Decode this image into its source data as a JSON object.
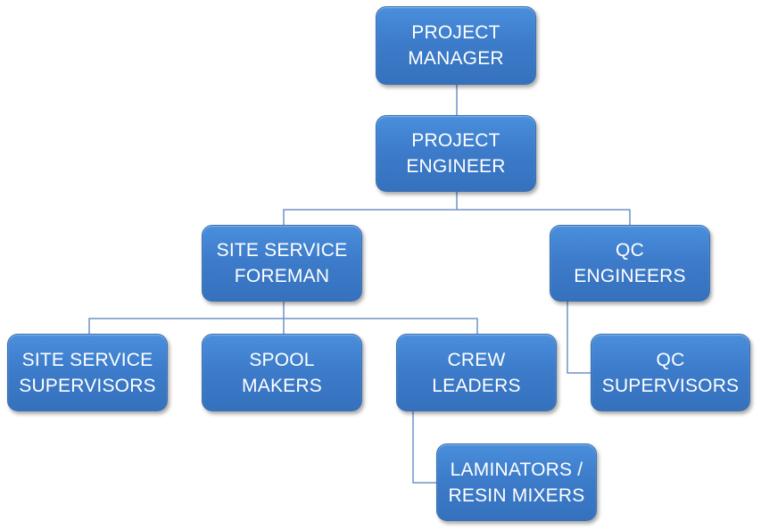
{
  "diagram": {
    "type": "org-chart",
    "colors": {
      "box": "#3d7ccb",
      "connector": "#6e93c5",
      "text": "#ffffff"
    },
    "nodes": {
      "project_manager": {
        "line1": "PROJECT",
        "line2": "MANAGER"
      },
      "project_engineer": {
        "line1": "PROJECT",
        "line2": "ENGINEER"
      },
      "site_service_foreman": {
        "line1": "SITE SERVICE",
        "line2": "FOREMAN"
      },
      "qc_engineers": {
        "line1": "QC",
        "line2": "ENGINEERS"
      },
      "site_service_supervisors": {
        "line1": "SITE SERVICE",
        "line2": "SUPERVISORS"
      },
      "spool_makers": {
        "line1": "SPOOL",
        "line2": "MAKERS"
      },
      "crew_leaders": {
        "line1": "CREW",
        "line2": "LEADERS"
      },
      "qc_supervisors": {
        "line1": "QC",
        "line2": "SUPERVISORS"
      },
      "laminators_resin_mixers": {
        "line1": "LAMINATORS /",
        "line2": "RESIN MIXERS"
      }
    },
    "edges": [
      [
        "project_manager",
        "project_engineer"
      ],
      [
        "project_engineer",
        "site_service_foreman"
      ],
      [
        "project_engineer",
        "qc_engineers"
      ],
      [
        "site_service_foreman",
        "site_service_supervisors"
      ],
      [
        "site_service_foreman",
        "spool_makers"
      ],
      [
        "site_service_foreman",
        "crew_leaders"
      ],
      [
        "qc_engineers",
        "qc_supervisors"
      ],
      [
        "crew_leaders",
        "laminators_resin_mixers"
      ]
    ]
  }
}
